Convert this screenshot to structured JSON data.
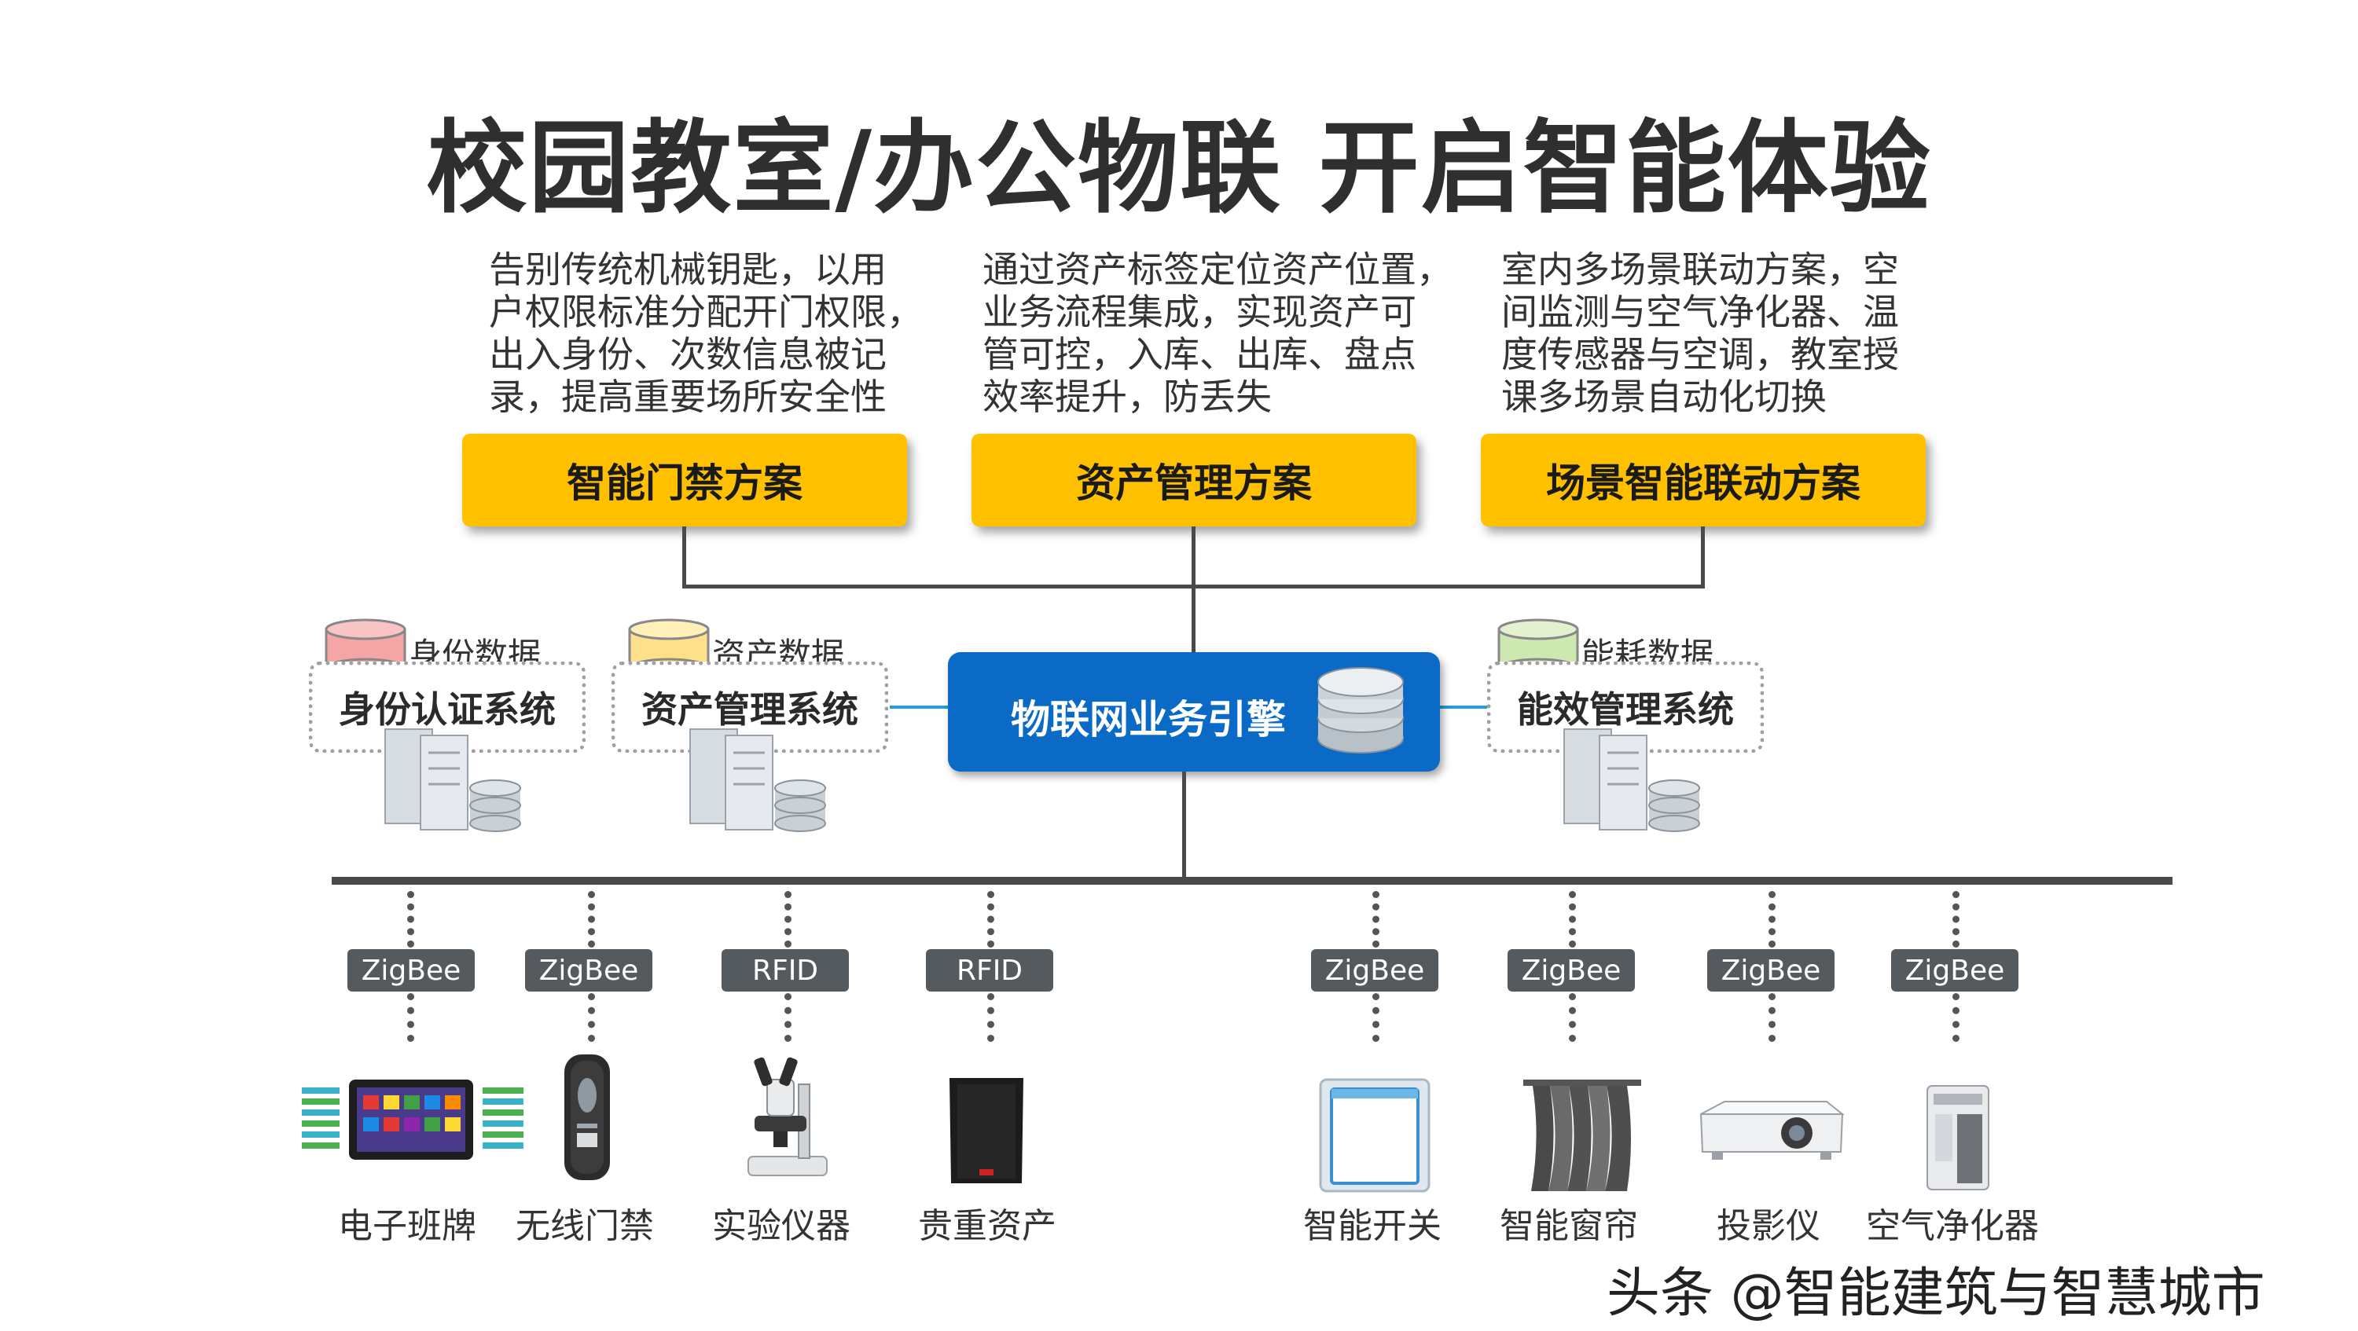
{
  "title": "校园教室/办公物联 开启智能体验",
  "solutions": [
    {
      "desc": "告别传统机械钥匙，以用\n户权限标准分配开门权限，\n出入身份、次数信息被记\n录，提高重要场所安全性",
      "label": "智能门禁方案"
    },
    {
      "desc": "通过资产标签定位资产位置，\n业务流程集成，实现资产可\n管可控，入库、出库、盘点\n效率提升，防丢失",
      "label": "资产管理方案"
    },
    {
      "desc": "室内多场景联动方案，空\n间监测与空气净化器、温\n度传感器与空调，教室授\n课多场景自动化切换",
      "label": "场景智能联动方案"
    }
  ],
  "systems": [
    {
      "db_label": "身份数据",
      "name": "身份认证系统",
      "db_color": "#f4a6a6"
    },
    {
      "db_label": "资产数据",
      "name": "资产管理系统",
      "db_color": "#ffe08a"
    },
    {
      "db_label": "能耗数据",
      "name": "能效管理系统",
      "db_color": "#cde8b0"
    }
  ],
  "engine": {
    "label": "物联网业务引擎"
  },
  "devices": [
    {
      "protocol": "ZigBee",
      "label": "电子班牌",
      "icon": "tablet-icon"
    },
    {
      "protocol": "ZigBee",
      "label": "无线门禁",
      "icon": "door-access-icon"
    },
    {
      "protocol": "RFID",
      "label": "实验仪器",
      "icon": "microscope-icon"
    },
    {
      "protocol": "RFID",
      "label": "贵重资产",
      "icon": "speaker-icon"
    },
    {
      "protocol": "ZigBee",
      "label": "智能开关",
      "icon": "switch-icon"
    },
    {
      "protocol": "ZigBee",
      "label": "智能窗帘",
      "icon": "curtain-icon"
    },
    {
      "protocol": "ZigBee",
      "label": "投影仪",
      "icon": "projector-icon"
    },
    {
      "protocol": "ZigBee",
      "label": "空气净化器",
      "icon": "air-purifier-icon"
    }
  ],
  "watermark": "头条 @智能建筑与智慧城市",
  "colors": {
    "solution": "#ffc000",
    "engine": "#0a6ac6",
    "line": "#4a4a4a",
    "protocol": "#555a5e"
  }
}
